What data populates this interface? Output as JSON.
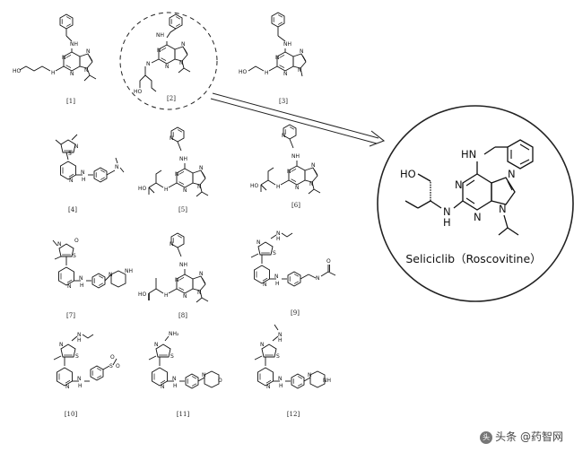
{
  "compounds": [
    {
      "label": "[1]",
      "atoms": [
        "NH",
        "N",
        "N",
        "N",
        "N",
        "HO",
        "H"
      ]
    },
    {
      "label": "[2]",
      "atoms": [
        "NH",
        "N",
        "N",
        "N",
        "N",
        "N",
        "HO"
      ]
    },
    {
      "label": "[3]",
      "atoms": [
        "NH",
        "N",
        "N",
        "N",
        "N",
        "HO",
        "H"
      ]
    },
    {
      "label": "[4]",
      "atoms": [
        "S",
        "N",
        "N",
        "N",
        "H",
        "N"
      ]
    },
    {
      "label": "[5]",
      "atoms": [
        "N",
        "NH",
        "N",
        "N",
        "N",
        "N",
        "HO",
        "H"
      ]
    },
    {
      "label": "[6]",
      "atoms": [
        "N",
        "NH",
        "N",
        "N",
        "N",
        "N",
        "HO",
        "H"
      ]
    },
    {
      "label": "[7]",
      "atoms": [
        "O",
        "S",
        "N",
        "N",
        "N",
        "H",
        "N",
        "NH"
      ]
    },
    {
      "label": "[8]",
      "atoms": [
        "N",
        "NH",
        "N",
        "N",
        "N",
        "N",
        "HO",
        "H"
      ]
    },
    {
      "label": "[9]",
      "atoms": [
        "N",
        "H",
        "S",
        "N",
        "N",
        "N",
        "H",
        "N",
        "O"
      ]
    },
    {
      "label": "[10]",
      "atoms": [
        "N",
        "H",
        "S",
        "N",
        "N",
        "N",
        "H",
        "S",
        "O",
        "O"
      ]
    },
    {
      "label": "[11]",
      "atoms": [
        "NH₂",
        "S",
        "N",
        "N",
        "N",
        "H",
        "N",
        "O"
      ]
    },
    {
      "label": "[12]",
      "atoms": [
        "N",
        "H",
        "S",
        "N",
        "N",
        "N",
        "H",
        "N",
        "NH"
      ]
    }
  ],
  "seliciclib": {
    "name": "Seliciclib（Roscovitine）",
    "atoms": {
      "hn": "HN",
      "ho": "HO",
      "n1": "N",
      "n2": "N",
      "n3": "N",
      "n4": "N",
      "nh": "N",
      "h": "H"
    }
  },
  "watermark": {
    "text": "头条 @药智网",
    "logo": "头"
  },
  "colors": {
    "ink": "#111111",
    "background": "#ffffff"
  }
}
